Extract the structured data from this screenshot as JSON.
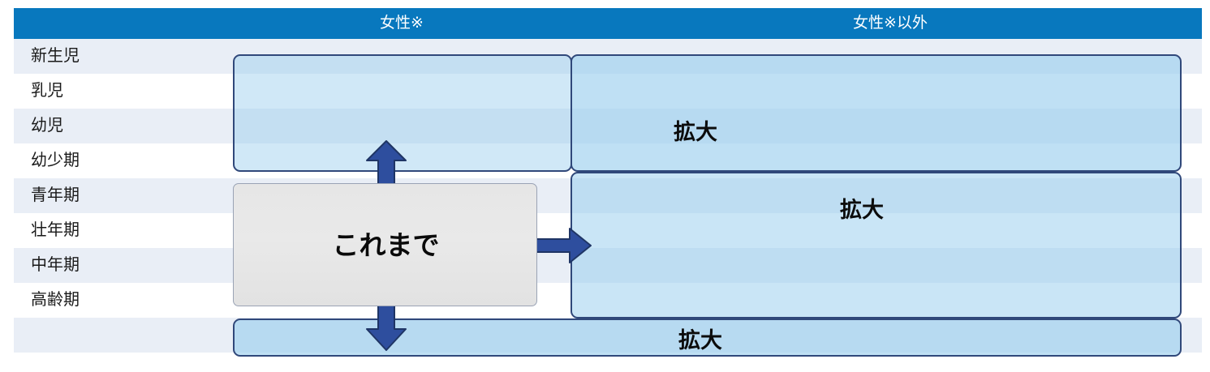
{
  "header": {
    "bar_color": "#0878BE",
    "columns": [
      {
        "label": "女性",
        "mark": "※",
        "suffix": ""
      },
      {
        "label": "女性",
        "mark": "※",
        "suffix": "以外"
      }
    ],
    "col1_text": "女性※",
    "col2_text": "女性※以外"
  },
  "rows": [
    {
      "label": "新生児"
    },
    {
      "label": "乳児"
    },
    {
      "label": "幼児"
    },
    {
      "label": "幼少期"
    },
    {
      "label": "青年期"
    },
    {
      "label": "壮年期"
    },
    {
      "label": "中年期"
    },
    {
      "label": "高齢期"
    },
    {
      "label": ""
    }
  ],
  "panels": {
    "top_left": {
      "label": ""
    },
    "top_right": {
      "label": "拡大"
    },
    "middle": {
      "label": "拡大"
    },
    "bottom": {
      "label": "拡大"
    },
    "border_color": "#30487A",
    "fill_color": "#97CDEE"
  },
  "center_box": {
    "label": "これまで",
    "fill_color": "#E6E6E6",
    "border_color": "#9AA3B5"
  },
  "arrows": {
    "color": "#2E4E9E",
    "outline_color": "#1F3565",
    "up": "arrow-up",
    "right": "arrow-right",
    "down": "arrow-down"
  }
}
